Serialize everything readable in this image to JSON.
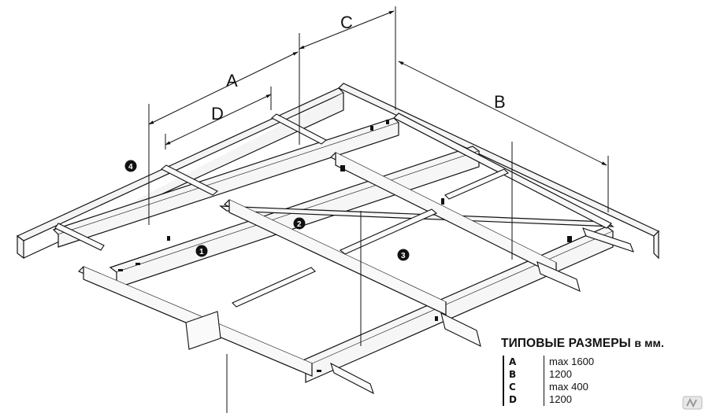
{
  "diagram": {
    "dimension_labels": {
      "A": "A",
      "B": "B",
      "C": "C",
      "D": "D"
    },
    "part_markers": [
      "1",
      "2",
      "3",
      "4"
    ],
    "colors": {
      "line": "#111111",
      "fill": "#f4f4f4",
      "badge": "#111111",
      "background": "#ffffff"
    }
  },
  "legend": {
    "title": "ТИПОВЫЕ РАЗМЕРЫ",
    "unit": "в мм.",
    "rows": [
      {
        "key": "A",
        "value": "max 1600"
      },
      {
        "key": "B",
        "value": "1200"
      },
      {
        "key": "C",
        "value": "max 400"
      },
      {
        "key": "D",
        "value": "1200"
      }
    ]
  }
}
